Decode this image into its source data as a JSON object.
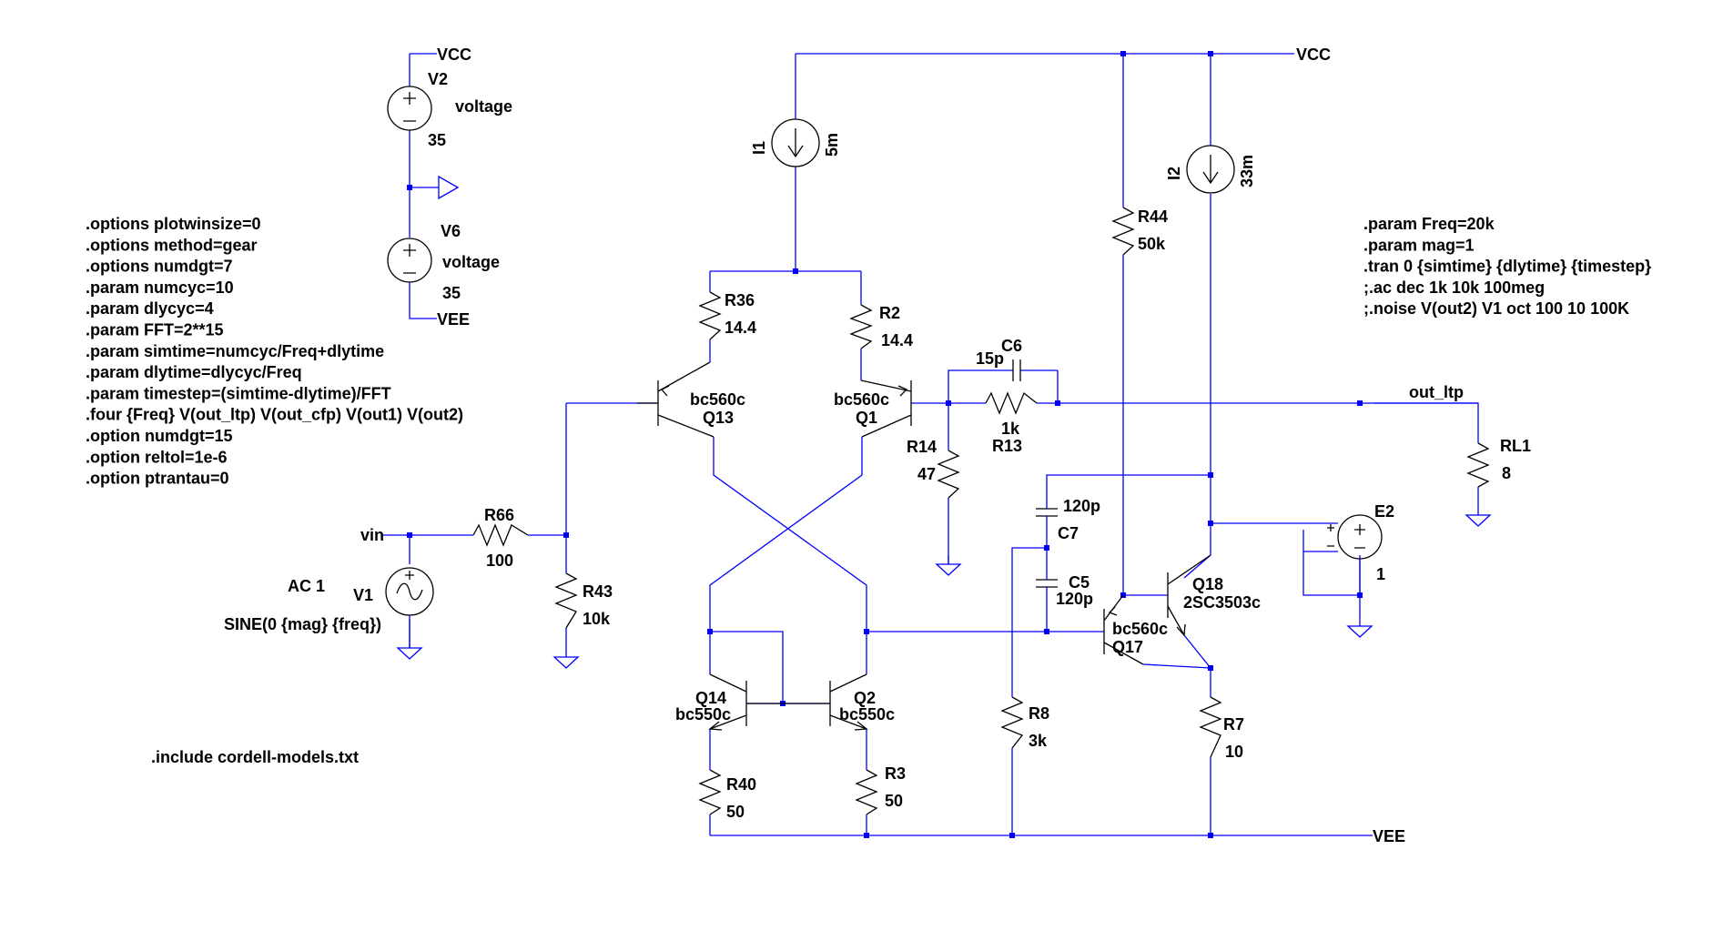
{
  "directives_left": [
    ".options plotwinsize=0",
    ".options method=gear",
    ".options numdgt=7",
    ".param numcyc=10",
    ".param dlycyc=4",
    ".param FFT=2**15",
    ".param simtime=numcyc/Freq+dlytime",
    ".param dlytime=dlycyc/Freq",
    ".param timestep=(simtime-dlytime)/FFT",
    ".four {Freq}  V(out_ltp) V(out_cfp) V(out1) V(out2)",
    ".option numdgt=15",
    ".option reltol=1e-6",
    ".option ptrantau=0"
  ],
  "directives_right": [
    ".param Freq=20k",
    ".param mag=1",
    ".tran 0 {simtime} {dlytime} {timestep}",
    ";.ac dec 1k 10k 100meg",
    ";.noise V(out2) V1 oct 100 10 100K"
  ],
  "include_directive": ".include cordell-models.txt",
  "nets": {
    "vcc_left": "VCC",
    "vee_left": "VEE",
    "vcc_right": "VCC",
    "vee_right": "VEE",
    "vin": "vin",
    "out_ltp": "out_ltp"
  },
  "sources": {
    "v2_name": "V2",
    "v2_type": "voltage",
    "v2_value": "35",
    "v6_name": "V6",
    "v6_type": "voltage",
    "v6_value": "35",
    "v1_name": "V1",
    "v1_ac": "AC 1",
    "v1_value": "SINE(0 {mag} {freq})",
    "i1_name": "I1",
    "i1_value": "5m",
    "i2_name": "I2",
    "i2_value": "33m",
    "e2_name": "E2",
    "e2_value": "1"
  },
  "resistors": {
    "r36_name": "R36",
    "r36_value": "14.4",
    "r2_name": "R2",
    "r2_value": "14.4",
    "r44_name": "R44",
    "r44_value": "50k",
    "r14_name": "R14",
    "r14_value": "47",
    "r13_name": "R13",
    "r13_value": "1k",
    "r66_name": "R66",
    "r66_value": "100",
    "r43_name": "R43",
    "r43_value": "10k",
    "r40_name": "R40",
    "r40_value": "50",
    "r3_name": "R3",
    "r3_value": "50",
    "r8_name": "R8",
    "r8_value": "3k",
    "r7_name": "R7",
    "r7_value": "10",
    "rl1_name": "RL1",
    "rl1_value": "8"
  },
  "capacitors": {
    "c6_name": "C6",
    "c6_value": "15p",
    "c7_name": "C7",
    "c7_value": "120p",
    "c5_name": "C5",
    "c5_value": "120p"
  },
  "transistors": {
    "q13_name": "Q13",
    "q13_model": "bc560c",
    "q1_name": "Q1",
    "q1_model": "bc560c",
    "q14_name": "Q14",
    "q14_model": "bc550c",
    "q2_name": "Q2",
    "q2_model": "bc550c",
    "q17_name": "Q17",
    "q17_model": "bc560c",
    "q18_name": "Q18",
    "q18_model": "2SC3503c"
  },
  "colors": {
    "wire": "#0000ff",
    "component": "#000000",
    "background": "#ffffff"
  }
}
